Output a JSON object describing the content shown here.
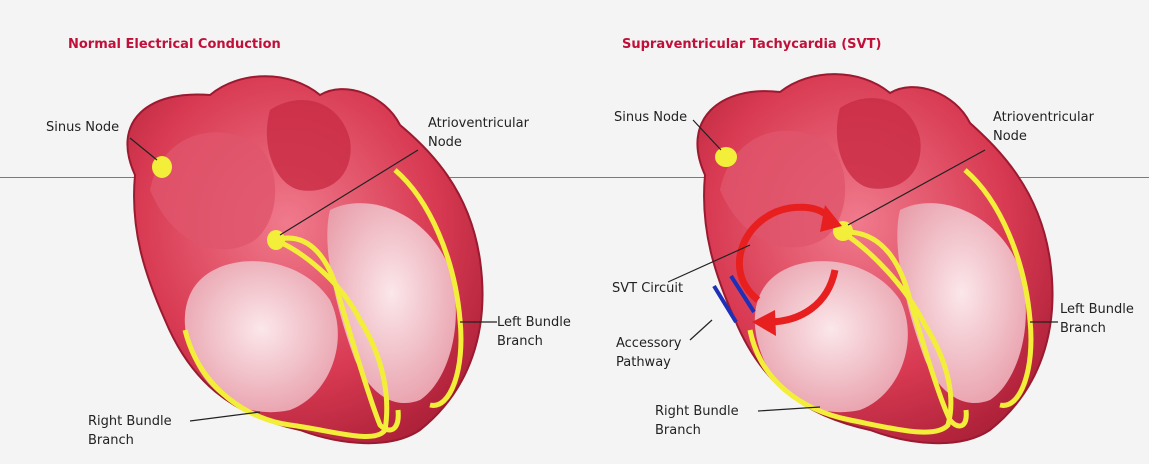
{
  "panels": [
    {
      "title": "Normal Electrical Conduction",
      "labels": {
        "sinus_node": "Sinus Node",
        "av_node_line1": "Atrioventricular",
        "av_node_line2": "Node",
        "left_bundle_line1": "Left Bundle",
        "left_bundle_line2": "Branch",
        "right_bundle_line1": "Right Bundle",
        "right_bundle_line2": "Branch"
      }
    },
    {
      "title": "Supraventricular Tachycardia (SVT)",
      "labels": {
        "sinus_node": "Sinus Node",
        "av_node_line1": "Atrioventricular",
        "av_node_line2": "Node",
        "svt_circuit": "SVT Circuit",
        "accessory_line1": "Accessory",
        "accessory_line2": "Pathway",
        "left_bundle_line1": "Left Bundle",
        "left_bundle_line2": "Branch",
        "right_bundle_line1": "Right Bundle",
        "right_bundle_line2": "Branch"
      }
    }
  ],
  "colors": {
    "title": "#c0103a",
    "heart_outer": "#d83a52",
    "heart_inner": "#f2c9cf",
    "conduction": "#f3ee3a",
    "svt_arrow": "#e81f1f",
    "accessory_pathway": "#1f2fb8"
  }
}
